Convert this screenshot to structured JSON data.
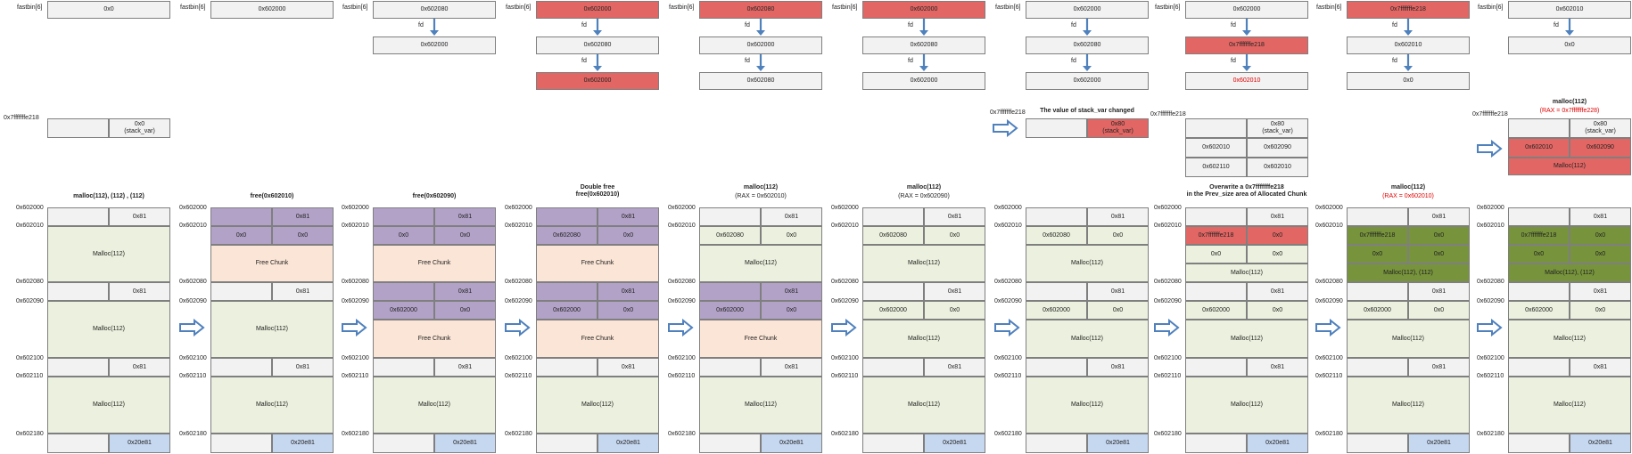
{
  "fastbin_label": "fastbin[6]",
  "fd_label": "fd",
  "stack_addr": "0x7fffffffe218",
  "stack_var_changed": "The value of stack_var changed",
  "addresses": [
    "0x602000",
    "0x602010",
    "0x602080",
    "0x602090",
    "0x602100",
    "0x602110",
    "0x602180"
  ],
  "fastbins": [
    {
      "items": [
        "0x0"
      ]
    },
    {
      "items": [
        "0x602000"
      ]
    },
    {
      "items": [
        "0x602080",
        "0x602000"
      ]
    },
    {
      "items": [
        "0x602000",
        "0x602080",
        "0x602000"
      ]
    },
    {
      "items": [
        "0x602080",
        "0x602000",
        "0x602080"
      ]
    },
    {
      "items": [
        "0x602000",
        "0x602080",
        "0x602000"
      ]
    },
    {
      "items": [
        "0x602000",
        "0x602080",
        "0x602000"
      ]
    },
    {
      "items": [
        "0x602000",
        "0x7fffffffe218",
        "0x602010"
      ]
    },
    {
      "items": [
        "0x7fffffffe218",
        "0x602010",
        "0x0"
      ]
    },
    {
      "items": [
        "0x602010",
        "0x0"
      ]
    }
  ],
  "stack_states": [
    {
      "prev": "",
      "value": "0x0\n(stack_var)"
    },
    {
      "prev": "",
      "value": "0x80\n(stack_var)"
    },
    {
      "prev": "",
      "value": "0x80\n(stack_var)",
      "rows": [
        [
          "0x602010",
          "0x602090"
        ],
        [
          "0x602110",
          "0x602010"
        ]
      ]
    },
    {
      "prev": "",
      "value": "0x80\n(stack_var)",
      "rows": [
        [
          "0x602010",
          "0x602090"
        ]
      ],
      "bottom": "Malloc(112)",
      "title": "malloc(112)",
      "subtitle": "(RAX = 0x7fffffffe228)"
    }
  ],
  "heaps": [
    {
      "title": "malloc(112), (112) , (112)",
      "subtitle": ""
    },
    {
      "title": "free(0x602010)",
      "subtitle": ""
    },
    {
      "title": "free(0x602090)",
      "subtitle": ""
    },
    {
      "title": "Double free\nfree(0x602010)",
      "subtitle": ""
    },
    {
      "title": "malloc(112)",
      "subtitle": "(RAX = 0x602010)"
    },
    {
      "title": "malloc(112)",
      "subtitle": "(RAX = 0x602090)"
    },
    {
      "title": "",
      "subtitle": ""
    },
    {
      "title": "Overwrite a 0x7fffffffe218\nin the Prev_size area of Allocated Chunk",
      "subtitle": ""
    },
    {
      "title": "malloc(112)",
      "subtitle": "(RAX = 0x602010)"
    },
    {
      "title": "",
      "subtitle": ""
    }
  ],
  "cells": {
    "size": "0x81",
    "top": "0x20e81",
    "zero": "0x0",
    "malloc": "Malloc(112)",
    "malloc2": "Malloc(112), (112)",
    "free_chunk": "Free Chunk",
    "p602080": "0x602080",
    "p602000": "0x602000",
    "pstack": "0x7fffffffe218"
  },
  "colors": {
    "red": "#e26764",
    "green": "#ebf1de",
    "purple": "#b2a2c7",
    "peach": "#fbe5d6",
    "blue": "#c6d7f0",
    "olive": "#77933c",
    "arrow": "#4f81bd"
  }
}
